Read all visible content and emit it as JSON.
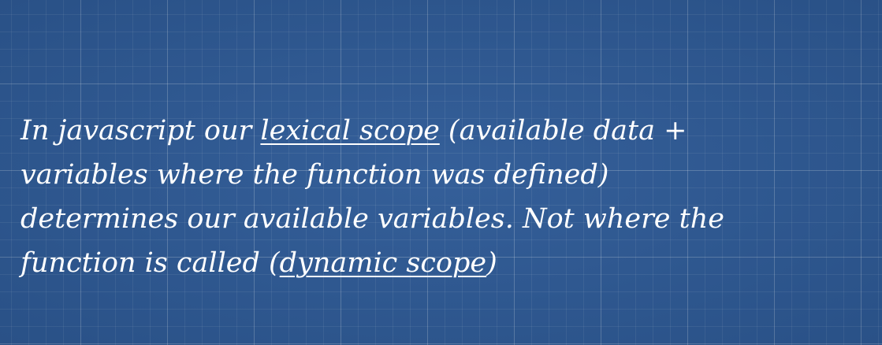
{
  "slide": {
    "lines": [
      {
        "before": "In javascript our ",
        "underlined": "lexical scope",
        "after": " (available data +"
      },
      {
        "text": "variables where the function was defined)"
      },
      {
        "text": "determines our available variables. Not where the"
      },
      {
        "before": "function is called (",
        "underlined": "dynamic scope",
        "after": ")"
      }
    ]
  }
}
